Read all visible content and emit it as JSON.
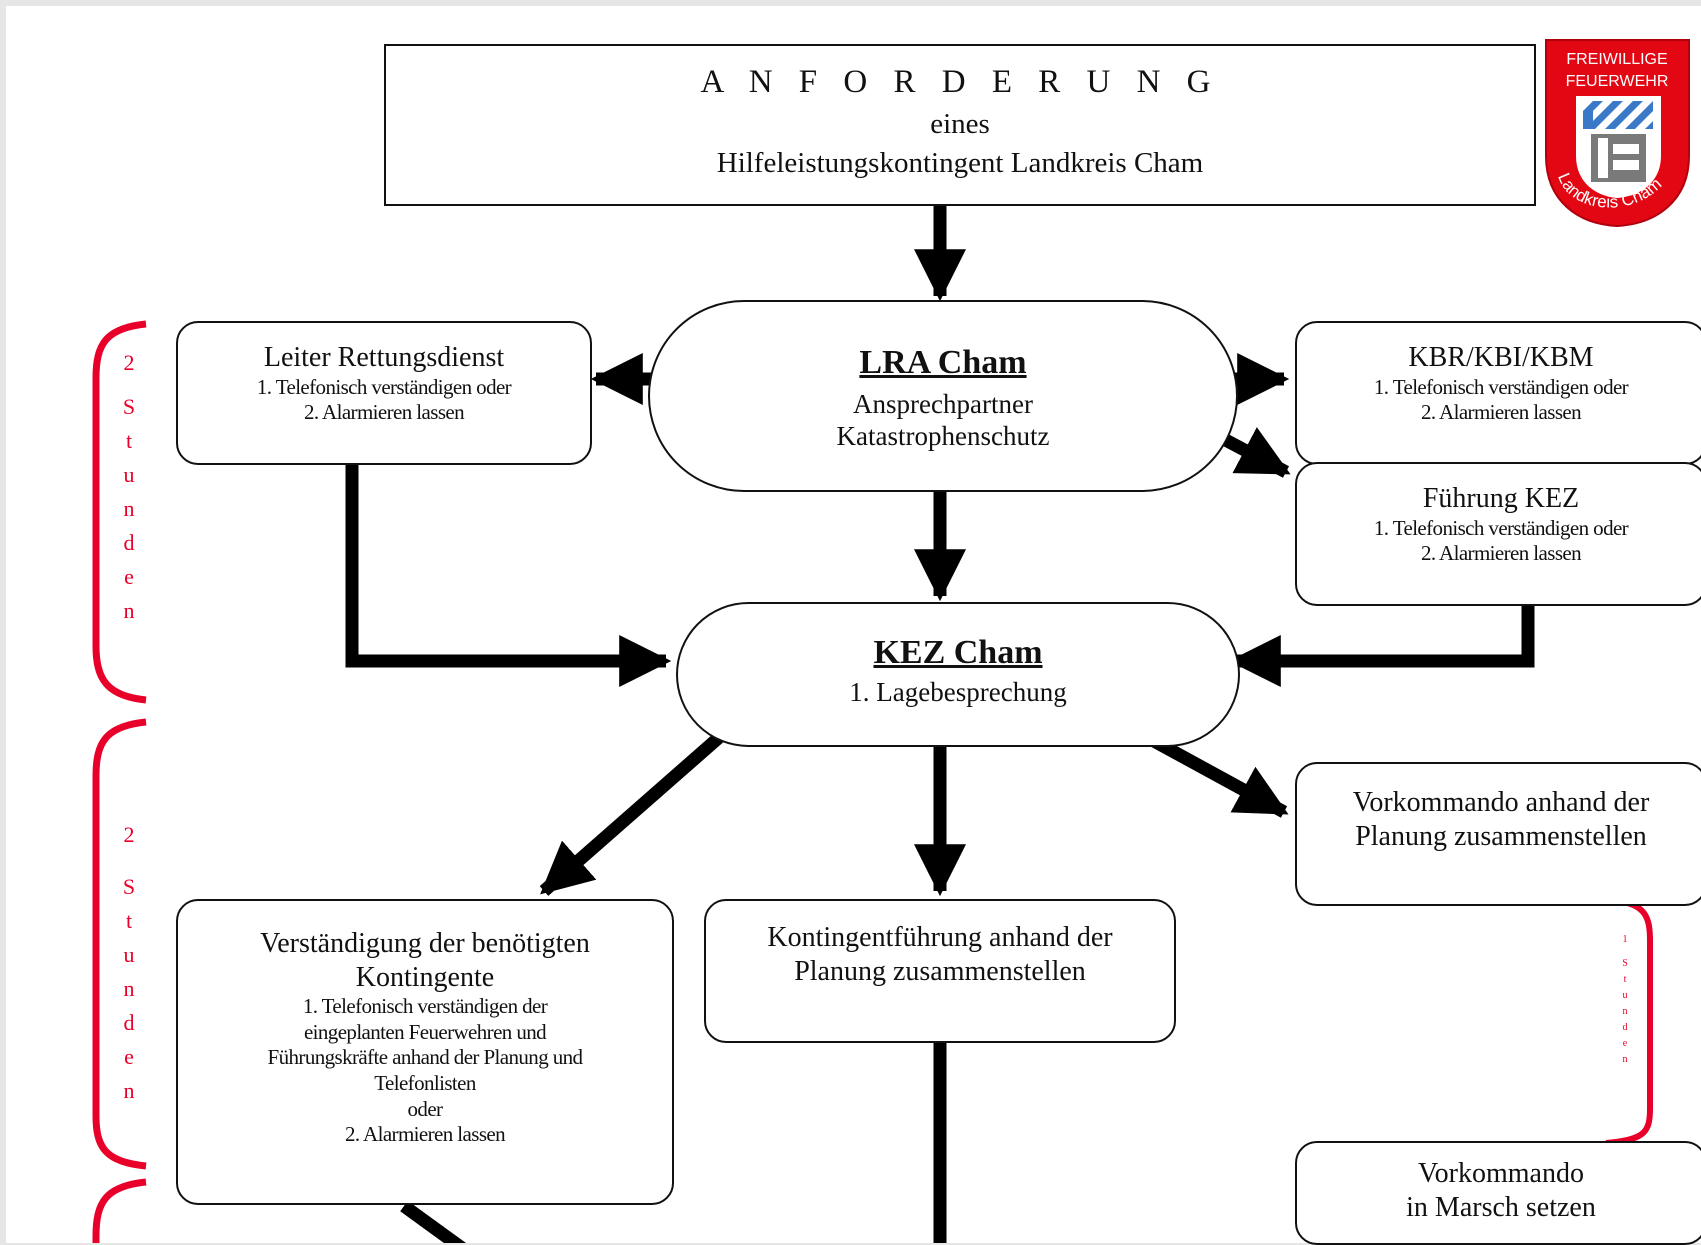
{
  "header": {
    "title": "A N F O R D E R U N G",
    "line2": "eines",
    "line3": "Hilfeleistungskontingent Landkreis Cham"
  },
  "logo": {
    "text": "FREIWILLIGE FEUERWEHR Landkreis Cham",
    "line1": "FREIWILLIGE",
    "line2": "FEUERWEHR",
    "ring_text": "Landkreis Cham",
    "color": "#e30613"
  },
  "nodes": {
    "leiter": {
      "title": "Leiter Rettungsdienst",
      "line1": "1. Telefonisch verständigen oder",
      "line2": "2. Alarmieren lassen"
    },
    "lra": {
      "title": "LRA Cham",
      "line1": "Ansprechpartner",
      "line2": "Katastrophenschutz"
    },
    "kbr": {
      "title": "KBR/KBI/KBM",
      "line1": "1. Telefonisch verständigen oder",
      "line2": "2. Alarmieren lassen"
    },
    "fuehrung": {
      "title": "Führung KEZ",
      "line1": "1. Telefonisch verständigen oder",
      "line2": "2. Alarmieren lassen"
    },
    "kez": {
      "title": "KEZ Cham",
      "line1": "1. Lagebesprechung"
    },
    "vorkommando": {
      "line1": "Vorkommando anhand der",
      "line2": "Planung zusammenstellen"
    },
    "verstaendigung": {
      "title1": "Verständigung der benötigten",
      "title2": "Kontingente",
      "line1": "1. Telefonisch verständigen der",
      "line2": "eingeplanten Feuerwehren und",
      "line3": "Führungskräfte anhand der Planung und",
      "line4": "Telefonlisten",
      "line5": "oder",
      "line6": "2. Alarmieren lassen"
    },
    "kontingent": {
      "line1": "Kontingentführung anhand der",
      "line2": "Planung zusammenstellen"
    },
    "marsch": {
      "line1": "Vorkommando",
      "line2": "in Marsch setzen"
    }
  },
  "timers": {
    "t1": [
      "2",
      "S",
      "t",
      "u",
      "n",
      "d",
      "e",
      "n"
    ],
    "t2": [
      "2",
      "",
      "S",
      "t",
      "u",
      "n",
      "d",
      "e",
      "n"
    ],
    "t3": [
      "1",
      "",
      "S",
      "t",
      "u",
      "n",
      "d",
      "e",
      "n"
    ]
  },
  "colors": {
    "bracket": "#e8002a",
    "arrow": "#000000"
  }
}
